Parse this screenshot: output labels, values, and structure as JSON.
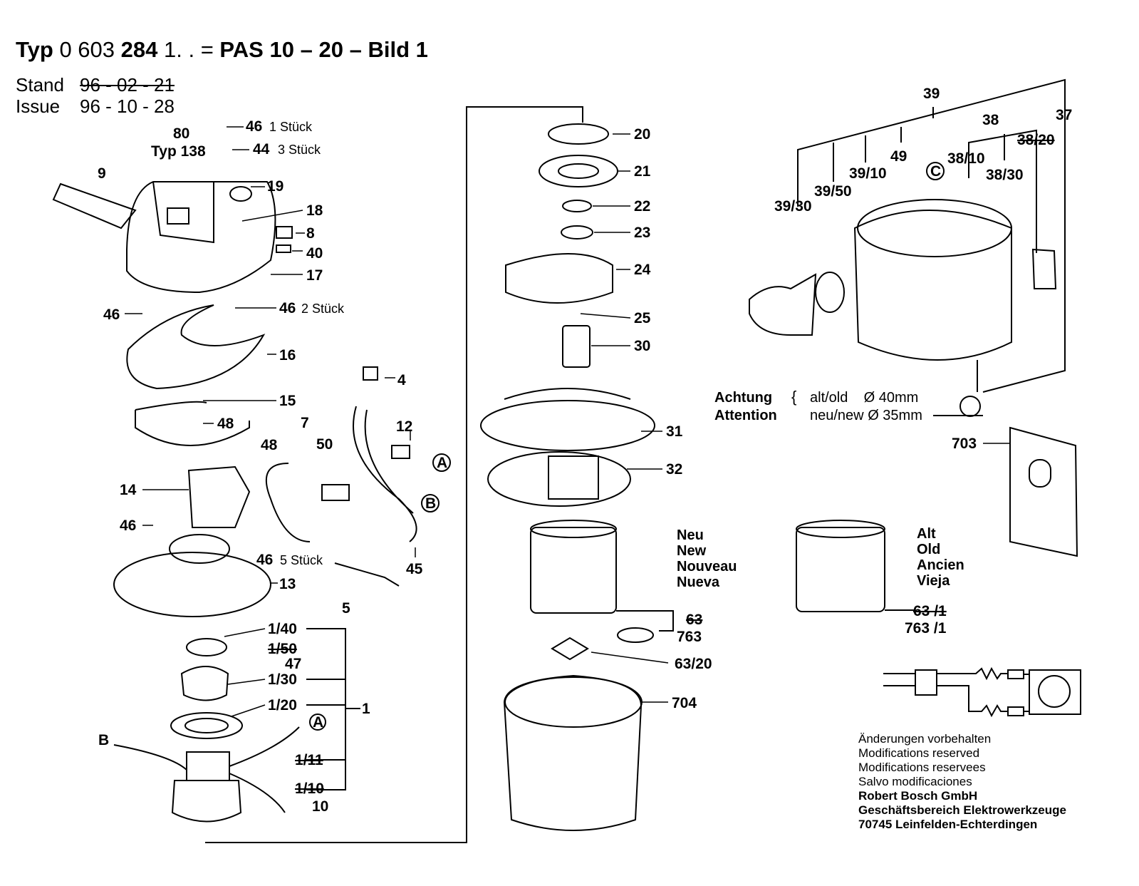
{
  "header": {
    "typ_label": "Typ",
    "typ_number_a": "0 603",
    "typ_number_b": "284",
    "typ_suffix": "1. . =",
    "model": "PAS 10",
    "dash1": "–",
    "model_b": "20",
    "dash2": "–",
    "bild": "Bild 1"
  },
  "stand": {
    "label": "Stand",
    "date": "96 - 02 - 21"
  },
  "issue": {
    "label": "Issue",
    "date": "96 - 10 - 28"
  },
  "labels": {
    "p46_1": "46",
    "p46_1_note": "1 Stück",
    "p44": "44",
    "p44_note": "3 Stück",
    "p80": "80",
    "typ138": "Typ 138",
    "p9": "9",
    "p19": "19",
    "p18": "18",
    "p8": "8",
    "p40": "40",
    "p17": "17",
    "p46_2": "46",
    "p46_2r": "46",
    "p46_2_note": "2 Stück",
    "p16": "16",
    "p15": "15",
    "p48": "48",
    "p48b": "48",
    "p7": "7",
    "p50": "50",
    "p4": "4",
    "p12": "12",
    "pA1": "A",
    "pB1": "B",
    "p14": "14",
    "p46_3": "46",
    "p46_5": "46",
    "p46_5_note": "5 Stück",
    "p45": "45",
    "p13": "13",
    "p5": "5",
    "p1_40": "1/40",
    "p1_50": "1/50",
    "p47": "47",
    "p1_30": "1/30",
    "p1_20": "1/20",
    "p1": "1",
    "pA2": "A",
    "pB2": "B",
    "p1_11": "1/11",
    "p1_10": "1/10",
    "p10": "10",
    "p20": "20",
    "p21": "21",
    "p22": "22",
    "p23": "23",
    "p24": "24",
    "p25": "25",
    "p30": "30",
    "p31": "31",
    "p32": "32",
    "p63": "63",
    "p763": "763",
    "p63_20": "63/20",
    "p704": "704",
    "p39": "39",
    "p38": "38",
    "p37": "37",
    "p49": "49",
    "pC": "C",
    "p38_10": "38/10",
    "p38_20": "38/20",
    "p38_30": "38/30",
    "p39_10": "39/10",
    "p39_50": "39/50",
    "p39_30": "39/30",
    "p703": "703",
    "p63_1": "63 /1",
    "p763_1": "763 /1"
  },
  "note": {
    "achtung": "Achtung",
    "attention": "Attention",
    "old": "alt/old",
    "old_dia": "Ø 40mm",
    "new": "neu/new",
    "new_dia": "Ø 35mm"
  },
  "neu": [
    "Neu",
    "New",
    "Nouveau",
    "Nueva"
  ],
  "alt": [
    "Alt",
    "Old",
    "Ancien",
    "Vieja"
  ],
  "footer": {
    "l1": "Änderungen vorbehalten",
    "l2": "Modifications reserved",
    "l3": "Modifications reservees",
    "l4": "Salvo modificaciones",
    "l5": "Robert Bosch GmbH",
    "l6": "Geschäftsbereich Elektrowerkzeuge",
    "l7": "70745 Leinfelden-Echterdingen"
  }
}
